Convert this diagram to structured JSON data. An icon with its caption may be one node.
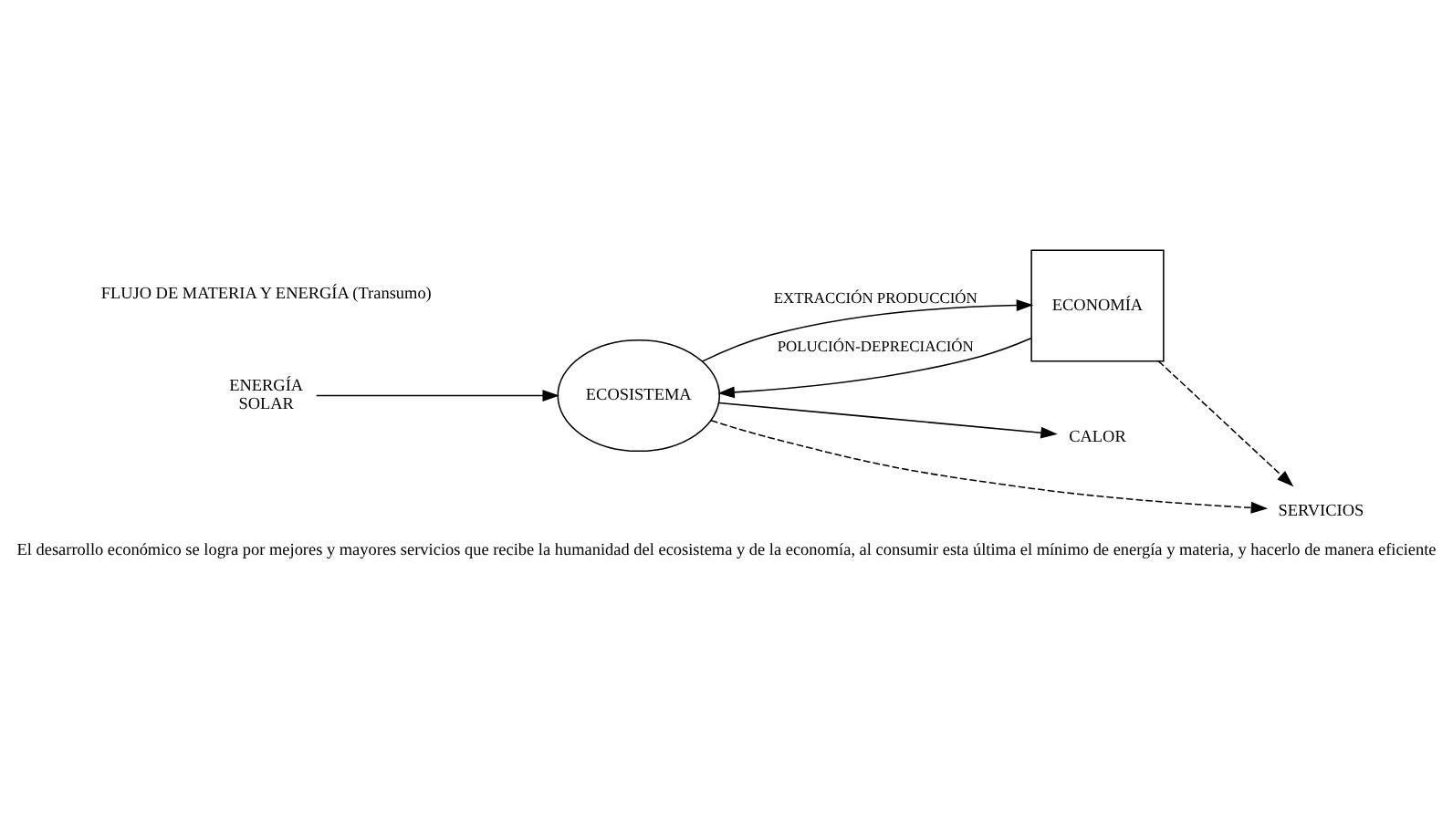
{
  "diagram": {
    "caption": "El desarrollo económico se logra por mejores y mayores servicios que recibe la humanidad del ecosistema y de la economía, al consumir esta última el mínimo de energía y materia, y hacerlo de manera eficiente",
    "nodes": [
      {
        "text": [
          "ENERGÍA SOLAR"
        ]
      },
      {
        "text": [
          "ECOSISTEMA"
        ]
      },
      {
        "text": [
          "ECONOMÍA"
        ]
      },
      {
        "text": [
          "CALOR"
        ]
      },
      {
        "text": [
          "SERVICIOS"
        ]
      }
    ],
    "edges": [
      {
        "from": 0,
        "to": 1,
        "arrow": "to"
      },
      {
        "from": 1,
        "to": 3,
        "arrow": "to"
      },
      {
        "from": 1,
        "to": 2,
        "arrow": "to",
        "label": "EXTRACCIÓN PRODUCCIÓN"
      },
      {
        "from": 2,
        "to": 1,
        "arrow": "to",
        "label": "POLUCIÓN-DEPRECIACIÓN"
      },
      {
        "from": 1,
        "to": 4,
        "arrow": "to",
        "style": "dashed"
      },
      {
        "from": 2,
        "to": 4,
        "arrow": "to",
        "style": "dashed"
      }
    ],
    "labels": [
      "FLUJO DE MATERIA Y ENERGÍA (Transumo)"
    ]
  }
}
